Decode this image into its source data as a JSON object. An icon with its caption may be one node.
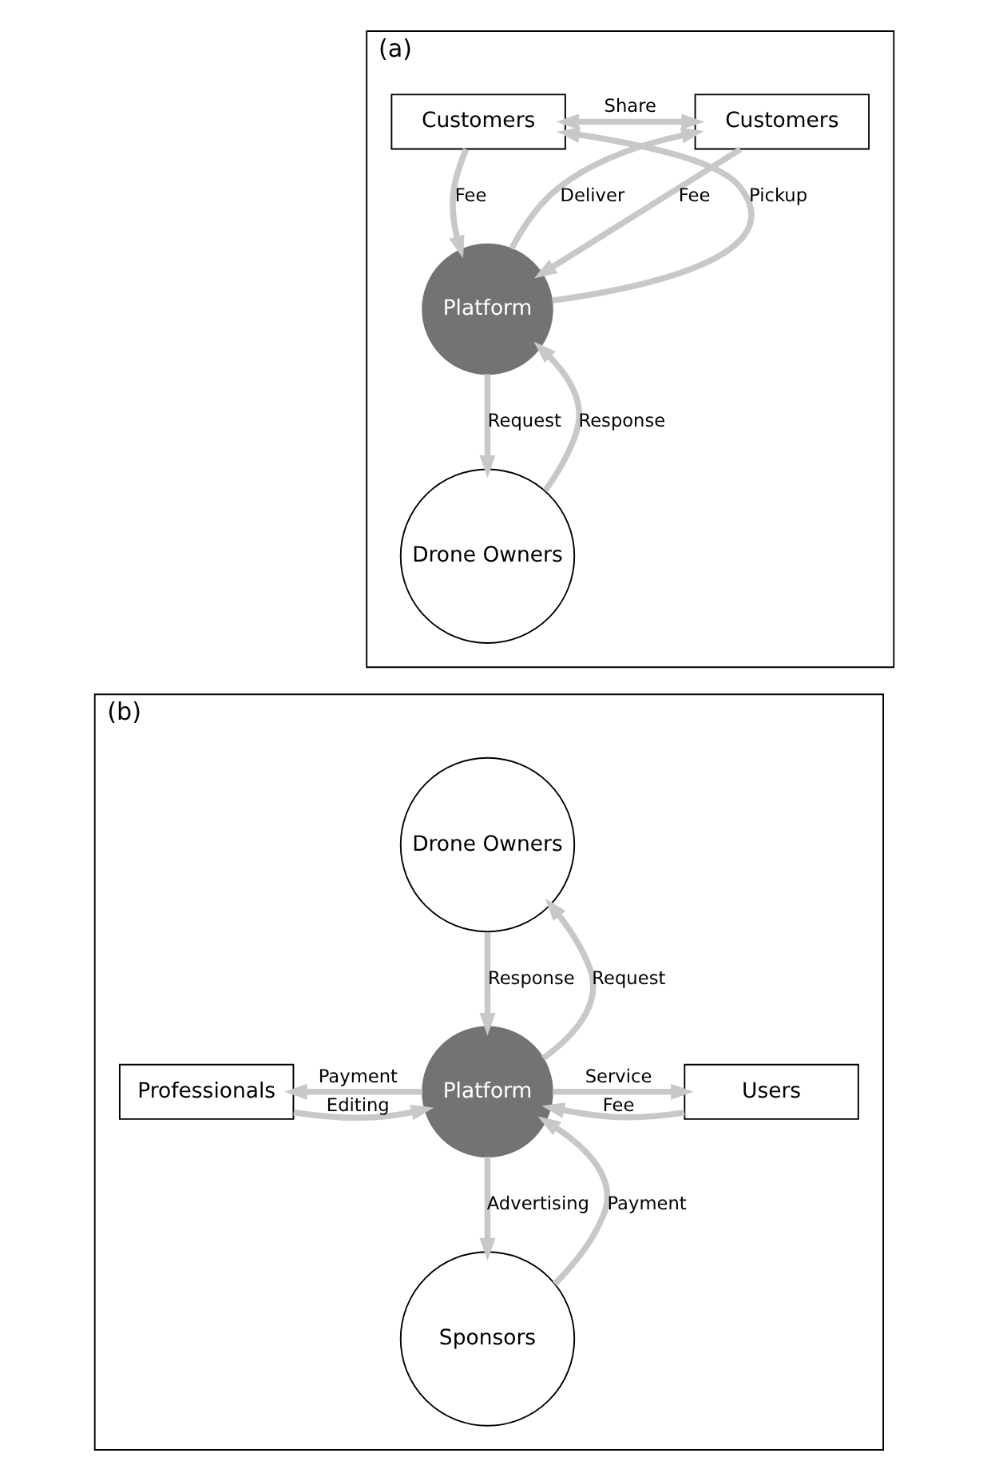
{
  "diagram": {
    "nodes": [
      {
        "text": [
          "(a)"
        ]
      },
      {
        "text": [
          "Customers"
        ],
        "in": 0
      },
      {
        "text": [
          "Customers"
        ],
        "in": 0
      },
      {
        "text": [
          "Platform"
        ],
        "in": 0
      },
      {
        "text": [
          "Drone Owners"
        ],
        "in": 0
      },
      {
        "text": [
          "(b)"
        ]
      },
      {
        "text": [
          "Drone Owners"
        ],
        "in": 5
      },
      {
        "text": [
          "Professionals"
        ],
        "in": 5
      },
      {
        "text": [
          "Platform"
        ],
        "in": 5
      },
      {
        "text": [
          "Users"
        ],
        "in": 5
      },
      {
        "text": [
          "Sponsors"
        ],
        "in": 5
      }
    ],
    "edges": [
      {
        "from": 1,
        "to": 2,
        "arrow": "both",
        "label": "Share"
      },
      {
        "from": 3,
        "to": 1,
        "arrow": "to",
        "label": "Pickup"
      },
      {
        "from": 1,
        "to": 3,
        "arrow": "to",
        "label": "Fee"
      },
      {
        "from": 3,
        "to": 2,
        "arrow": "to",
        "label": "Deliver"
      },
      {
        "from": 2,
        "to": 3,
        "arrow": "to",
        "label": "Fee"
      },
      {
        "from": 3,
        "to": 4,
        "arrow": "to",
        "label": "Request"
      },
      {
        "from": 4,
        "to": 3,
        "arrow": "to",
        "label": "Response"
      },
      {
        "from": 6,
        "to": 8,
        "arrow": "to",
        "label": "Response"
      },
      {
        "from": 8,
        "to": 6,
        "arrow": "to",
        "label": "Request"
      },
      {
        "from": 7,
        "to": 8,
        "arrow": "to",
        "label": "Editing"
      },
      {
        "from": 8,
        "to": 7,
        "arrow": "to",
        "label": "Payment"
      },
      {
        "from": 8,
        "to": 9,
        "arrow": "to",
        "label": "Service"
      },
      {
        "from": 9,
        "to": 8,
        "arrow": "to",
        "label": "Fee"
      },
      {
        "from": 8,
        "to": 10,
        "arrow": "to",
        "label": "Advertising"
      },
      {
        "from": 10,
        "to": 8,
        "arrow": "to",
        "label": "Payment"
      }
    ]
  }
}
